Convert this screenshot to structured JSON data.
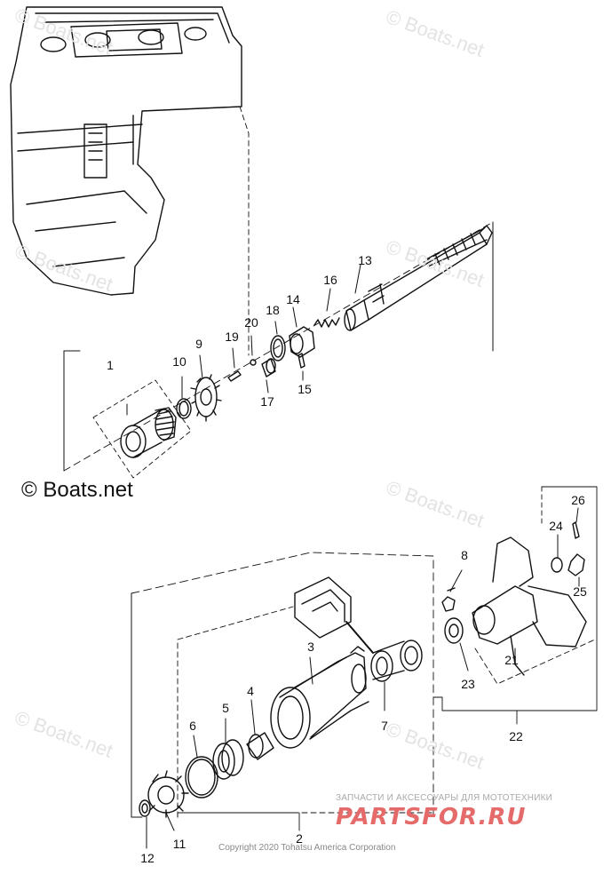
{
  "watermark": "© Boats.net",
  "watermark_main": "© Boats.net",
  "brand_tagline": "ЗАПЧАСТИ И АКСЕССУАРЫ ДЛЯ МОТОТЕХНИКИ",
  "brand_logo": "PARTSFOR.RU",
  "copyright": "Copyright 2020 Tohatsu America Corporation",
  "callouts": [
    "1",
    "2",
    "3",
    "4",
    "5",
    "6",
    "7",
    "8",
    "9",
    "10",
    "11",
    "12",
    "13",
    "14",
    "15",
    "16",
    "17",
    "18",
    "19",
    "20",
    "21",
    "22",
    "23",
    "24",
    "25",
    "26"
  ]
}
